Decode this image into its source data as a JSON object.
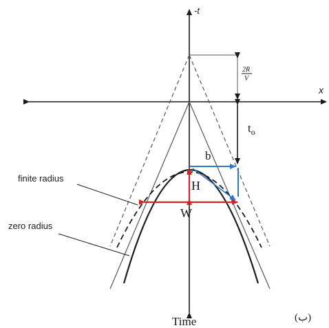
{
  "axes": {
    "vertical_label": "-t",
    "horizontal_label": "x",
    "bottom_label": "Time"
  },
  "annotations": {
    "two_r_numerator": "2R",
    "two_r_denominator": "V",
    "t0_base": "t",
    "t0_sub": "o",
    "b_label": "b",
    "h_label": "H",
    "w_label": "W",
    "finite_radius": "finite radius",
    "zero_radius": "zero radius",
    "panel_mark": "(ب)"
  },
  "colors": {
    "line": "#1a1a1a",
    "guide": "#555555",
    "blue": "#2f78c8",
    "red": "#d81f26"
  }
}
